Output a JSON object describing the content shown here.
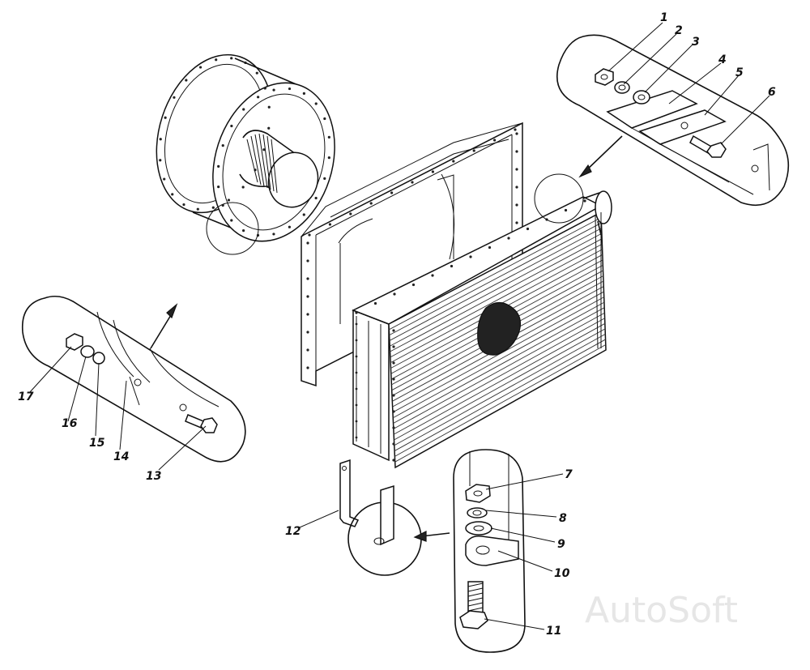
{
  "callouts": [
    {
      "id": "1",
      "text": "1"
    },
    {
      "id": "2",
      "text": "2"
    },
    {
      "id": "3",
      "text": "3"
    },
    {
      "id": "4",
      "text": "4"
    },
    {
      "id": "5",
      "text": "5"
    },
    {
      "id": "6",
      "text": "6"
    },
    {
      "id": "7",
      "text": "7"
    },
    {
      "id": "8",
      "text": "8"
    },
    {
      "id": "9",
      "text": "9"
    },
    {
      "id": "10",
      "text": "10"
    },
    {
      "id": "11",
      "text": "11"
    },
    {
      "id": "12",
      "text": "12"
    },
    {
      "id": "13",
      "text": "13"
    },
    {
      "id": "14",
      "text": "14"
    },
    {
      "id": "15",
      "text": "15"
    },
    {
      "id": "16",
      "text": "16"
    },
    {
      "id": "17",
      "text": "17"
    }
  ],
  "watermark": "AutoSoft"
}
